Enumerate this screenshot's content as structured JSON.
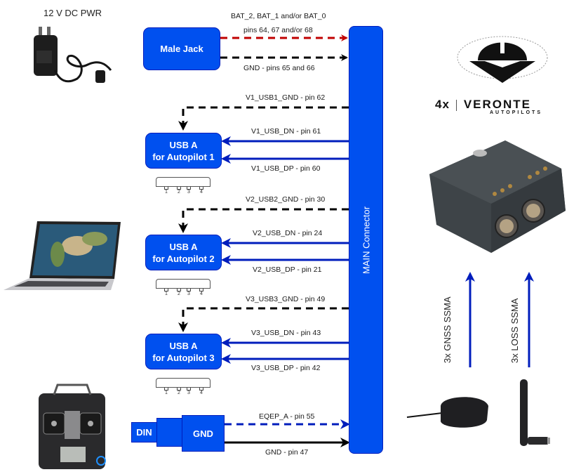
{
  "power": {
    "title": "12 V DC PWR",
    "block_label": "Male Jack",
    "lines": [
      {
        "label_top": "BAT_2, BAT_1 and/or BAT_0",
        "label_bottom": "pins 64, 67 and/or 68",
        "color": "#c00000",
        "style": "dashed"
      },
      {
        "label": "GND - pins 65 and 66",
        "color": "#000000",
        "style": "dashed"
      }
    ]
  },
  "usb_blocks": [
    {
      "line1": "USB A",
      "line2": "for Autopilot 1",
      "gnd_label": "V1_USB1_GND - pin 62",
      "dn_label": "V1_USB_DN - pin 61",
      "dp_label": "V1_USB_DP - pin 60",
      "pins": [
        "1",
        "2",
        "3",
        "4"
      ]
    },
    {
      "line1": "USB A",
      "line2": "for Autopilot 2",
      "gnd_label": "V2_USB2_GND - pin 30",
      "dn_label": "V2_USB_DN - pin 24",
      "dp_label": "V2_USB_DP - pin 21",
      "pins": [
        "1",
        "2",
        "3",
        "4"
      ]
    },
    {
      "line1": "USB A",
      "line2": "for Autopilot 3",
      "gnd_label": "V3_USB3_GND - pin 49",
      "dn_label": "V3_USB_DN - pin 43",
      "dp_label": "V3_USB_DP - pin 42",
      "pins": [
        "1",
        "2",
        "3",
        "4"
      ]
    }
  ],
  "din": {
    "din_label": "DIN",
    "gnd_label": "GND",
    "eqep_label": "EQEP_A - pin 55",
    "gnd_line_label": "GND - pin 47"
  },
  "main_connector": {
    "label": "MAIN Connector"
  },
  "logo": {
    "brand": "VERONTE",
    "prefix": "4x",
    "sub": "AUTOPILOTS"
  },
  "antennas": {
    "gnss_label": "3x GNSS SSMA",
    "loss_label": "3x LOSS SSMA"
  },
  "colors": {
    "block_fill": "#0050ef",
    "block_border": "#001dbc",
    "usb_line": "#001dbc",
    "power_line": "#c00000",
    "ground_line": "#000000"
  }
}
